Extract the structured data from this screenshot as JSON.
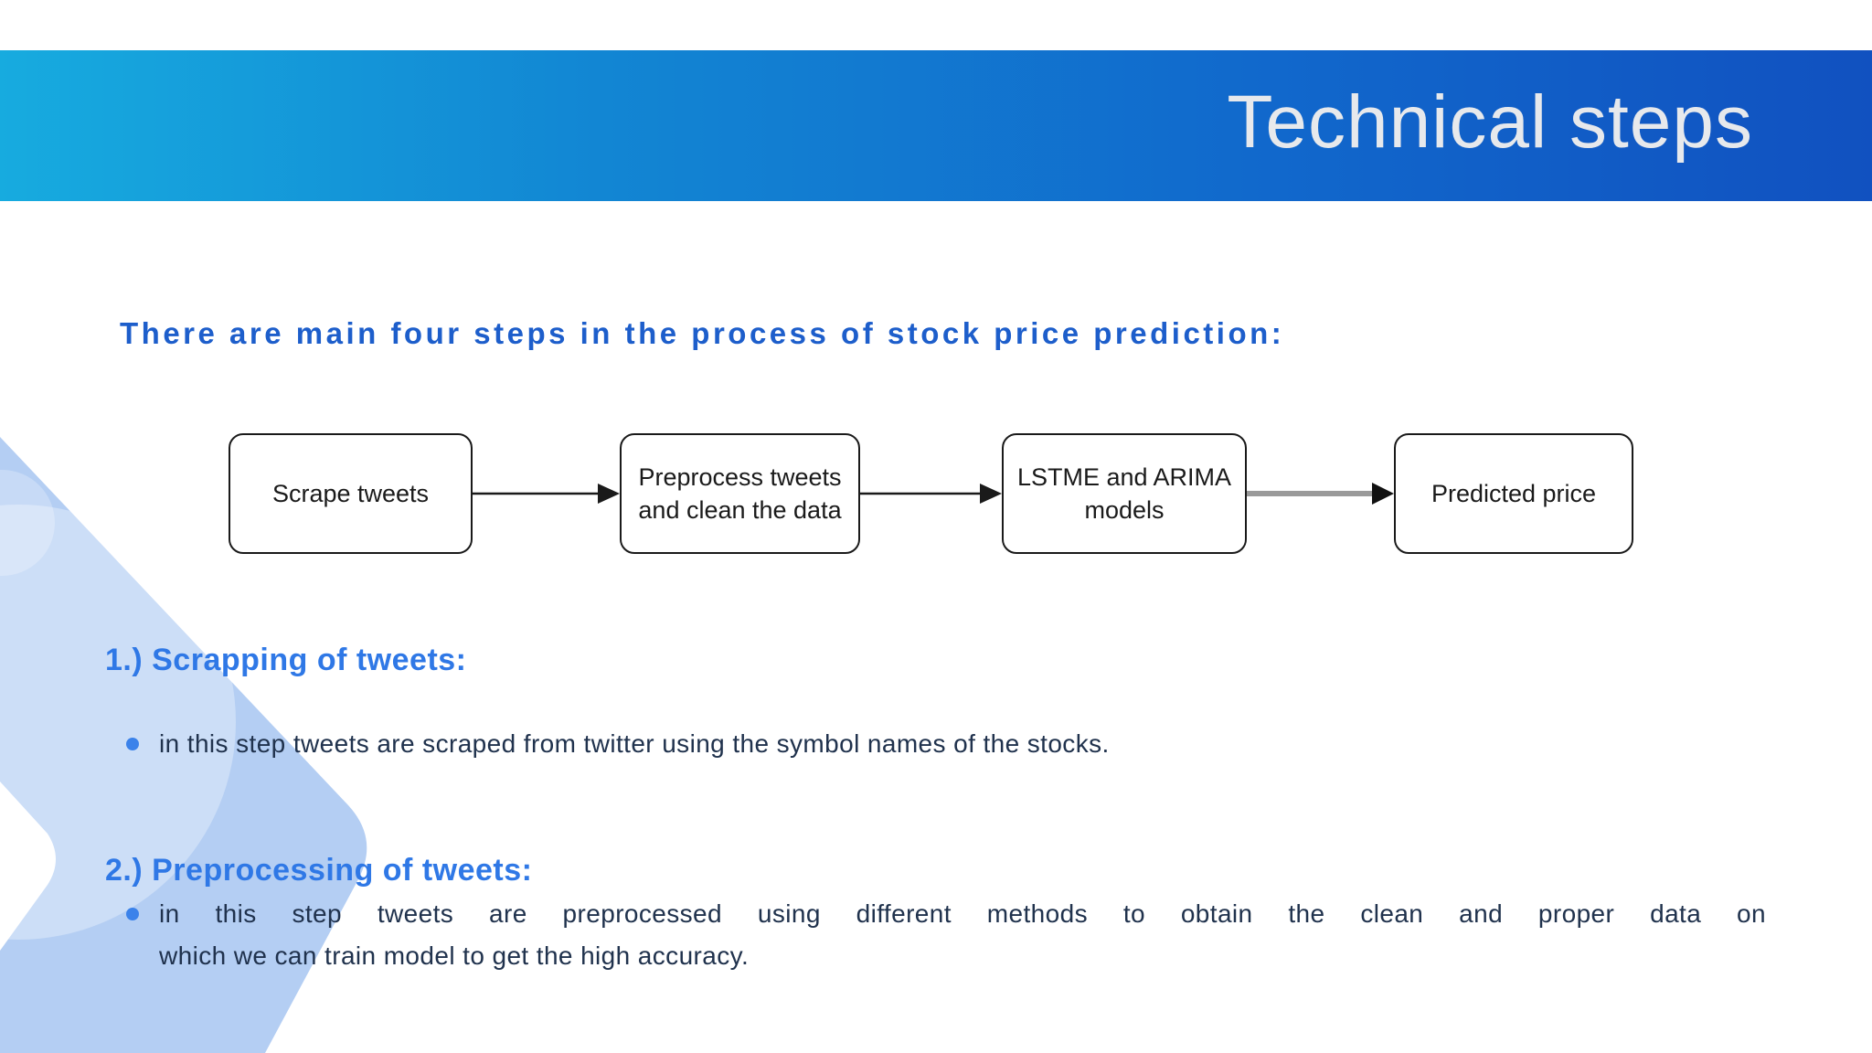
{
  "slide": {
    "title": "Technical steps",
    "intro_heading": "There are main four steps in the process of stock price prediction:",
    "flowchart": {
      "steps": [
        {
          "line1": "Scrape tweets"
        },
        {
          "line1": "Preprocess tweets",
          "line2": "and clean the data"
        },
        {
          "line1": "LSTME and ARIMA",
          "line2": "models"
        },
        {
          "line1": "Predicted price"
        }
      ]
    },
    "sections": [
      {
        "heading": "1.) Scrapping of tweets:",
        "bullet": "in this step tweets are scraped from twitter using the symbol names of the stocks."
      },
      {
        "heading": "2.) Preprocessing of tweets:",
        "bullet_line1": "in this step tweets are preprocessed using different methods to obtain the clean and proper data on",
        "bullet_line2": "which we can train model to get the high accuracy."
      }
    ],
    "colors": {
      "header_gradient_left": "#17abdf",
      "header_gradient_right": "#1151c0",
      "title_text": "#e7e9ec",
      "intro_heading_text": "#1d5ecb",
      "section_heading_text": "#2f78e6",
      "body_text": "#20324d",
      "bullet_dot": "#3b82ea",
      "chevron_fill": "#b4cef3",
      "box_border": "#1a1a1a",
      "connector_black": "#1a1a1a",
      "connector_gray": "#9a9a9a"
    }
  }
}
